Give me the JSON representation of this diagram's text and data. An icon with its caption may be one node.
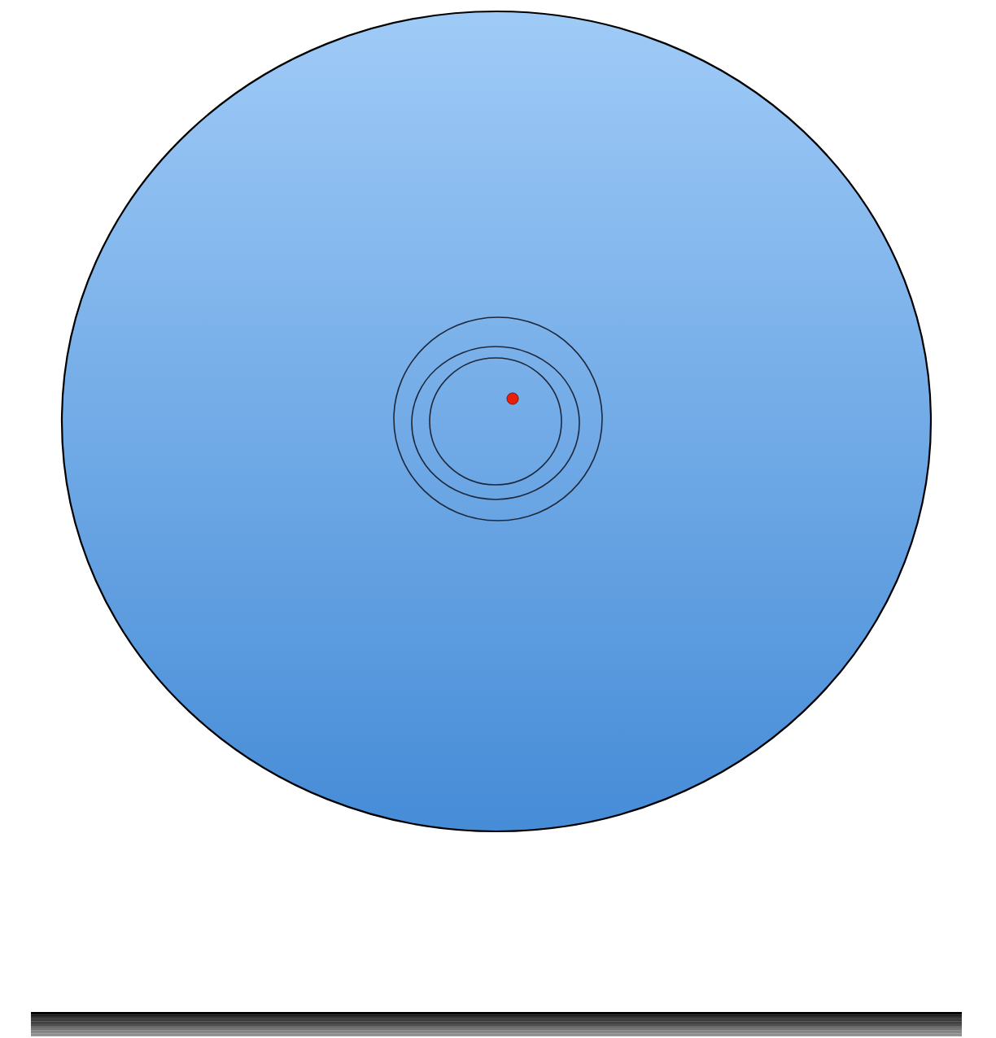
{
  "diagram": {
    "nodes": [
      {
        "text": [],
        "shape": "ellipse"
      },
      {
        "text": [],
        "shape": "circle",
        "in": 0
      },
      {
        "text": [],
        "shape": "circle",
        "in": 1
      },
      {
        "text": [],
        "shape": "circle",
        "in": 2
      },
      {
        "text": [],
        "shape": "circle",
        "in": 3
      },
      {
        "text": [],
        "shape": "bar"
      }
    ]
  }
}
